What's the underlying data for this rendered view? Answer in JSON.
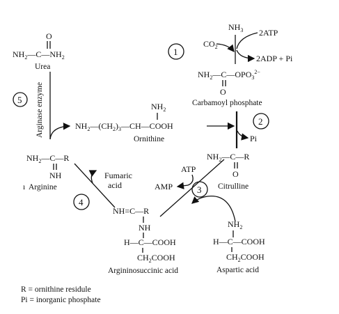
{
  "urea": {
    "formula": "NH2—C—NH2",
    "label": "Urea",
    "oxygen": "O"
  },
  "step1": {
    "number": "1",
    "ammonia": "NH3",
    "co2": "CO2",
    "atp_in": "2ATP",
    "products": "2ADP + Pi",
    "carbamoyl_formula": "NH2—C—OPO3 2−",
    "oxygen": "O",
    "label": "Carbamoyl phosphate"
  },
  "step2": {
    "number": "2",
    "product": "Pi"
  },
  "step3": {
    "number": "3",
    "atp": "ATP",
    "amp": "AMP"
  },
  "step4": {
    "number": "4",
    "product": "Fumaric acid"
  },
  "step5": {
    "number": "5",
    "enzyme": "Arginase enzyme"
  },
  "ornithine": {
    "amino": "NH2",
    "formula": "NH2—(CH2)3—CH—COOH",
    "label": "Ornithine"
  },
  "arginine": {
    "formula": "NH2—C—R",
    "imine": "NH",
    "label": "Arginine"
  },
  "citrulline": {
    "formula": "NH2—C—R",
    "oxygen": "O",
    "label": "Citrulline"
  },
  "argininosuccinic": {
    "top": "NH=C—R",
    "nh": "NH",
    "row1": "H—C—COOH",
    "row2": "CH2COOH",
    "label": "Argininosuccinic acid"
  },
  "aspartic": {
    "amino": "NH2",
    "row1": "H—C—COOH",
    "row2": "CH2COOH",
    "label": "Aspartic acid"
  },
  "legend": {
    "line1": "R = ornithine residule",
    "line2": "Pi = inorganic phosphate"
  }
}
